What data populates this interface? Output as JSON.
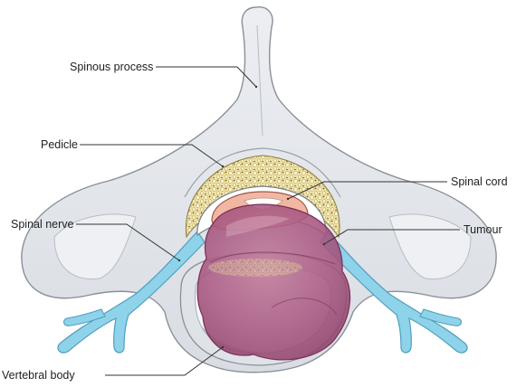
{
  "labels": {
    "spinous_process": "Spinous process",
    "pedicle": "Pedicle",
    "spinal_nerve": "Spinal nerve",
    "vertebral_body": "Vertebral body",
    "spinal_cord": "Spinal cord",
    "tumour": "Tumour"
  },
  "colors": {
    "bone": "#e4e7ec",
    "bone_outline": "#8a909a",
    "nerve": "#8ed3ea",
    "fat": "#e8d99a",
    "cord": "#f2b7a2",
    "tumour": "#a8567e",
    "body_inner": "#f7f8fa"
  }
}
